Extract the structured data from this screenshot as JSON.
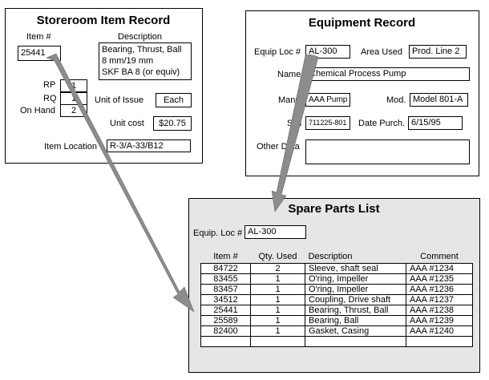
{
  "storeroom": {
    "title": "Storeroom Item Record",
    "item_label": "Item #",
    "item_value": "25441",
    "description_label": "Description",
    "description_lines": [
      "Bearing, Thrust, Ball",
      "8 mm/19 mm",
      "SKF BA 8 (or equiv)"
    ],
    "rp_label": "RP",
    "rp_value": "1",
    "rq_label": "RQ",
    "rq_value": "1",
    "onhand_label": "On Hand",
    "onhand_value": "2",
    "unit_issue_label": "Unit of Issue",
    "unit_issue_value": "Each",
    "unit_cost_label": "Unit cost",
    "unit_cost_value": "$20.75",
    "location_label": "Item Location",
    "location_value": "R-3/A-33/B12"
  },
  "equipment": {
    "title": "Equipment Record",
    "equip_loc_label": "Equip Loc #",
    "equip_loc_value": "AL-300",
    "area_label": "Area Used",
    "area_value": "Prod. Line 2",
    "name_label": "Name",
    "name_value": "Chemical Process Pump",
    "manuf_label": "Manuf.",
    "manuf_value": "AAA Pump",
    "model_label": "Mod.",
    "model_value": "Model 801-A",
    "sn_label": "S/N",
    "sn_value": "711225-801",
    "date_label": "Date Purch.",
    "date_value": "6/15/95",
    "other_label": "Other Data",
    "other_value": ""
  },
  "spare": {
    "title": "Spare Parts List",
    "equip_loc_label": "Equip. Loc #",
    "equip_loc_value": "AL-300",
    "columns": [
      "Item #",
      "Qty. Used",
      "Description",
      "Comment"
    ],
    "rows": [
      [
        "84722",
        "2",
        "Sleeve, shaft seal",
        "AAA #1234"
      ],
      [
        "83455",
        "1",
        "O'ring, Impeller",
        "AAA #1235"
      ],
      [
        "83457",
        "1",
        "O'ring, Impeller",
        "AAA #1236"
      ],
      [
        "34512",
        "1",
        "Coupling, Drive shaft",
        "AAA #1237"
      ],
      [
        "25441",
        "1",
        "Bearing, Thrust, Ball",
        "AAA #1238"
      ],
      [
        "25589",
        "1",
        "Bearing, Ball",
        "AAA #1239"
      ],
      [
        "82400",
        "1",
        "Gasket, Casing",
        "AAA #1240"
      ],
      [
        "",
        "",
        "",
        ""
      ]
    ]
  },
  "colors": {
    "arrow": "#8c8c8c",
    "panel_fill": "#e6e6e6"
  }
}
